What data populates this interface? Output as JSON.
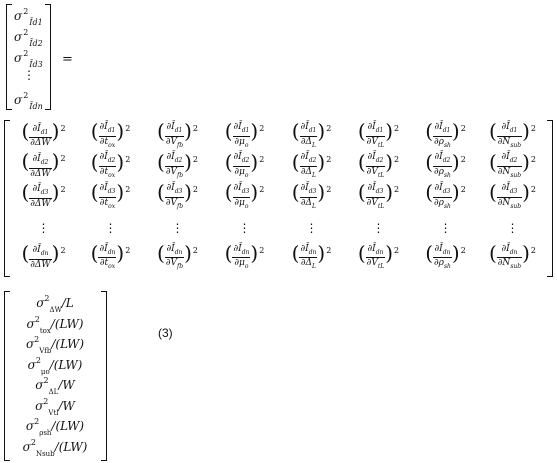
{
  "left_vector": {
    "items": [
      {
        "base": "σ",
        "power": "2",
        "sub": "Ī_{d1}"
      },
      {
        "base": "σ",
        "power": "2",
        "sub": "Ī_{d2}"
      },
      {
        "base": "σ",
        "power": "2",
        "sub": "Ī_{d3}"
      },
      {
        "base": "⋮",
        "power": "",
        "sub": ""
      },
      {
        "base": "σ",
        "power": "2",
        "sub": "Ī_{dn}"
      }
    ],
    "equals": "="
  },
  "matrix": {
    "columns": [
      "ΔW",
      "t_ox",
      "V_fb",
      "μ_o",
      "Δ_L",
      "V_tL",
      "ρ_sh",
      "N_sub"
    ],
    "rows": [
      "d1",
      "d2",
      "d3",
      "⋮",
      "dn"
    ],
    "power": "2",
    "partial": "∂"
  },
  "right_vector": {
    "items": [
      {
        "sigma": "σ",
        "power": "2",
        "sub": "ΔW",
        "rest": "/L"
      },
      {
        "sigma": "σ",
        "power": "2",
        "sub": "t_ox",
        "rest": "/(LW)"
      },
      {
        "sigma": "σ",
        "power": "2",
        "sub": "V_fb",
        "rest": "/(LW)"
      },
      {
        "sigma": "σ",
        "power": "2",
        "sub": "μ_o",
        "rest": "/(LW)"
      },
      {
        "sigma": "σ",
        "power": "2",
        "sub": "ΔL",
        "rest": "/W"
      },
      {
        "sigma": "σ",
        "power": "2",
        "sub": "V_tl",
        "rest": "/W"
      },
      {
        "sigma": "σ",
        "power": "2",
        "sub": "ρ_sh",
        "rest": "/(LW)"
      },
      {
        "sigma": "σ",
        "power": "2",
        "sub": "N_sub",
        "rest": "/(LW)"
      }
    ]
  },
  "equation_number": "(3)"
}
